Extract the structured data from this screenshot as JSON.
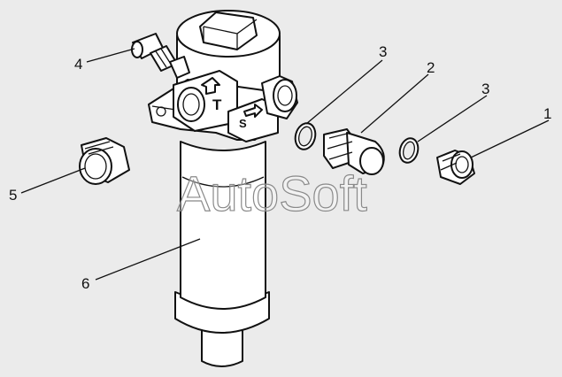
{
  "watermark": "AutoSoft",
  "callouts": {
    "c1": "1",
    "c2": "2",
    "c3a": "3",
    "c3b": "3",
    "c4": "4",
    "c5": "5",
    "c6": "6"
  },
  "port_marks": {
    "t": "T",
    "s": "S"
  },
  "colors": {
    "background": "#ebebeb",
    "line": "#111111",
    "fill": "#ffffff"
  }
}
